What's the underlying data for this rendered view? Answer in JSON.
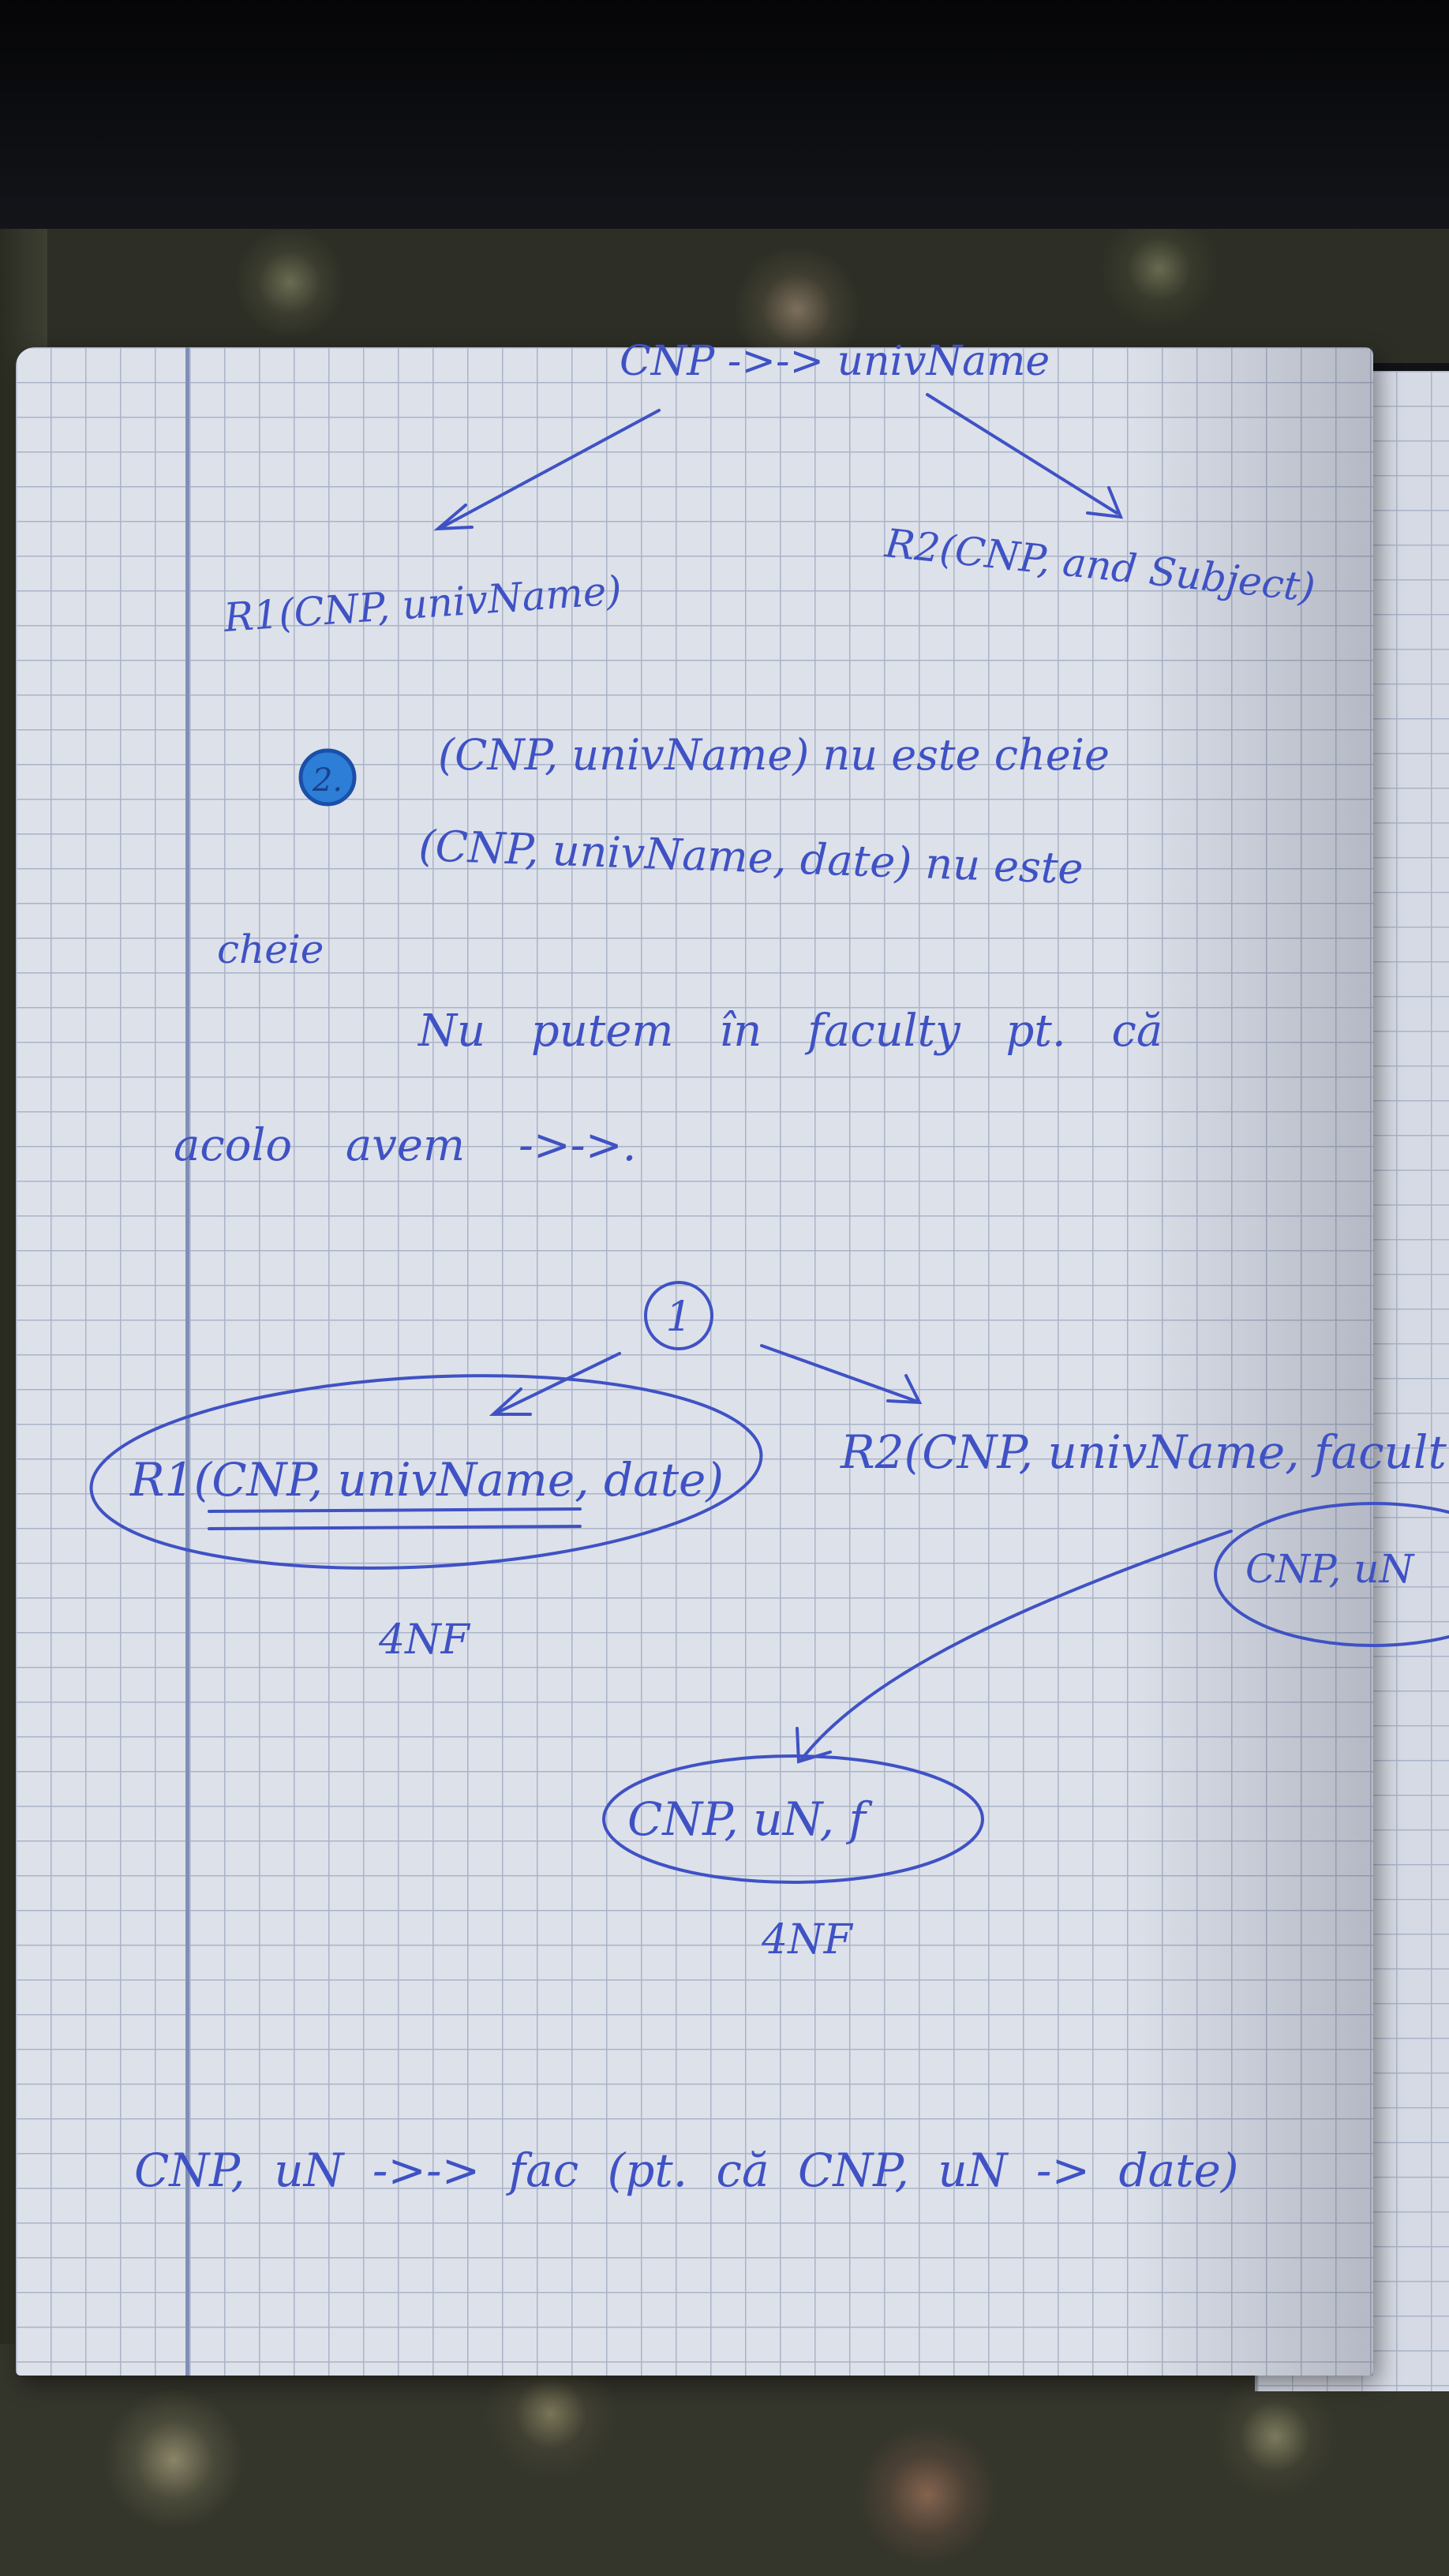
{
  "notes": {
    "top_dependency": "CNP ->-> univName",
    "r1_top": "R1(CNP, univName)",
    "r2_top": "R2(CNP, and Subject)",
    "item_number": "2.",
    "line1": "(CNP, univName) nu este cheie",
    "line2": "(CNP, univName, date) nu este",
    "line2_cont": "cheie",
    "line3": "Nu putem în faculty pt. că",
    "line4": "acolo avem ->->.",
    "circle_number": "1",
    "r1_bottom": "R1(CNP, univName, date)",
    "r1_bottom_nf": "4NF",
    "r2_bottom": "R2(CNP, univName, facult",
    "r2_sub": "CNP, uN",
    "sub_relation": "CNP, uN, f",
    "sub_relation_nf": "4NF",
    "bottom_line": "CNP, uN ->-> fac (pt. că CNP, uN -> date)"
  },
  "colors": {
    "ink": "#3f52c4",
    "paper": "#dde1ea",
    "grid": "#aab3c8",
    "badge": "#2c7ed6"
  }
}
